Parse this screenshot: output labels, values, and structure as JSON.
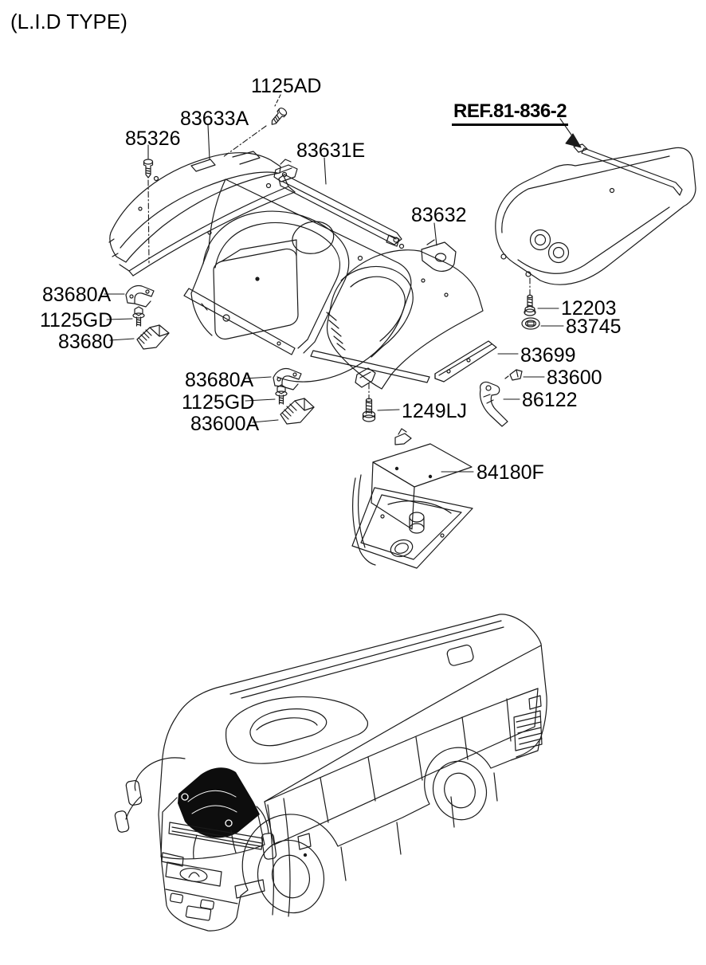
{
  "title": "(L.I.D TYPE)",
  "colors": {
    "line": "#1a1a1a",
    "highlight_fill": "#0d0d0d",
    "background": "#ffffff",
    "text": "#000000"
  },
  "diagram": {
    "ref_link": "REF.81-836-2",
    "parts": {
      "p1125AD": "1125AD",
      "p83633A": "83633A",
      "p85326": "85326",
      "p83631E": "83631E",
      "p83632": "83632",
      "p83680A_1": "83680A",
      "p1125GD_1": "1125GD",
      "p83680": "83680",
      "p12203": "12203",
      "p83745": "83745",
      "p83699": "83699",
      "p83600": "83600",
      "p86122": "86122",
      "p83680A_2": "83680A",
      "p1125GD_2": "1125GD",
      "p83600A": "83600A",
      "p1249LJ": "1249LJ",
      "p84180F": "84180F"
    }
  }
}
